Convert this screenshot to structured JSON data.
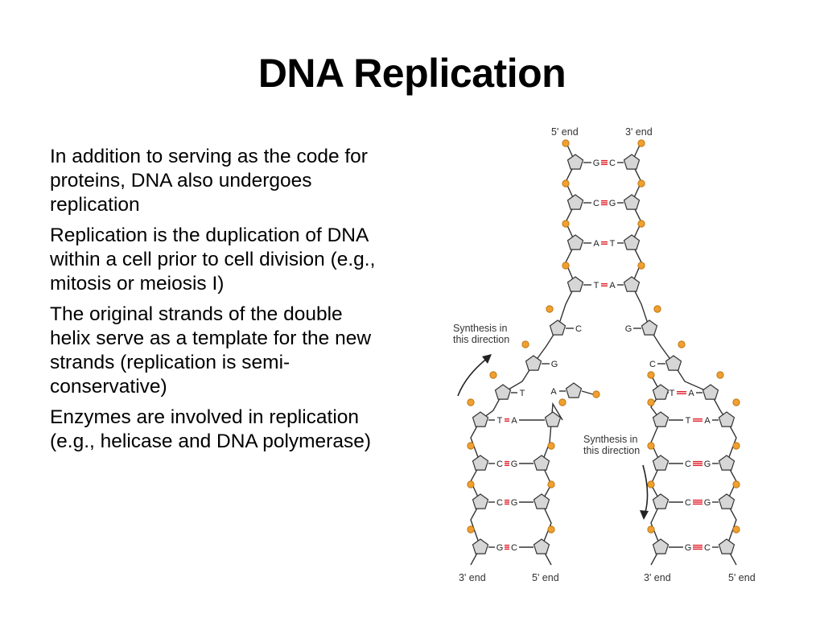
{
  "slide": {
    "title": "DNA Replication",
    "bullets": [
      "In addition to serving as the code for proteins, DNA  also undergoes replication",
      "Replication is the duplication of DNA within a cell prior to cell division (e.g., mitosis or meiosis I)",
      "The original strands of the double helix serve as a template for the new strands (replication is semi-conservative)",
      "Enzymes are involved in replication (e.g., helicase and DNA polymerase)"
    ]
  },
  "figure": {
    "top_left_label": "5' end",
    "top_right_label": "3' end",
    "bottom_labels": [
      "3' end",
      "5' end",
      "3' end",
      "5' end"
    ],
    "synthesis_left": [
      "Synthesis in",
      "this direction"
    ],
    "synthesis_right": [
      "Synthesis in",
      "this direction"
    ],
    "parent_pairs": [
      {
        "left": "G",
        "right": "C"
      },
      {
        "left": "C",
        "right": "G"
      },
      {
        "left": "A",
        "right": "T"
      },
      {
        "left": "T",
        "right": "A"
      }
    ],
    "unpaired_left": [
      "C",
      "G"
    ],
    "unpaired_right": [
      "G",
      "C"
    ],
    "free_nucleotide": "A",
    "left_daughter_pairs": [
      {
        "left": "T",
        "right": ""
      },
      {
        "left": "T",
        "right": "A"
      },
      {
        "left": "C",
        "right": "G"
      },
      {
        "left": "C",
        "right": "G"
      },
      {
        "left": "G",
        "right": "C"
      }
    ],
    "right_daughter_pairs": [
      {
        "left": "T",
        "right": "A"
      },
      {
        "left": "T",
        "right": "A"
      },
      {
        "left": "C",
        "right": "G"
      },
      {
        "left": "C",
        "right": "G"
      },
      {
        "left": "G",
        "right": "C"
      }
    ],
    "colors": {
      "phosphate": "#f0a030",
      "sugar": "#d6d6d6",
      "hydrogen_bond": "#e0202a"
    }
  }
}
